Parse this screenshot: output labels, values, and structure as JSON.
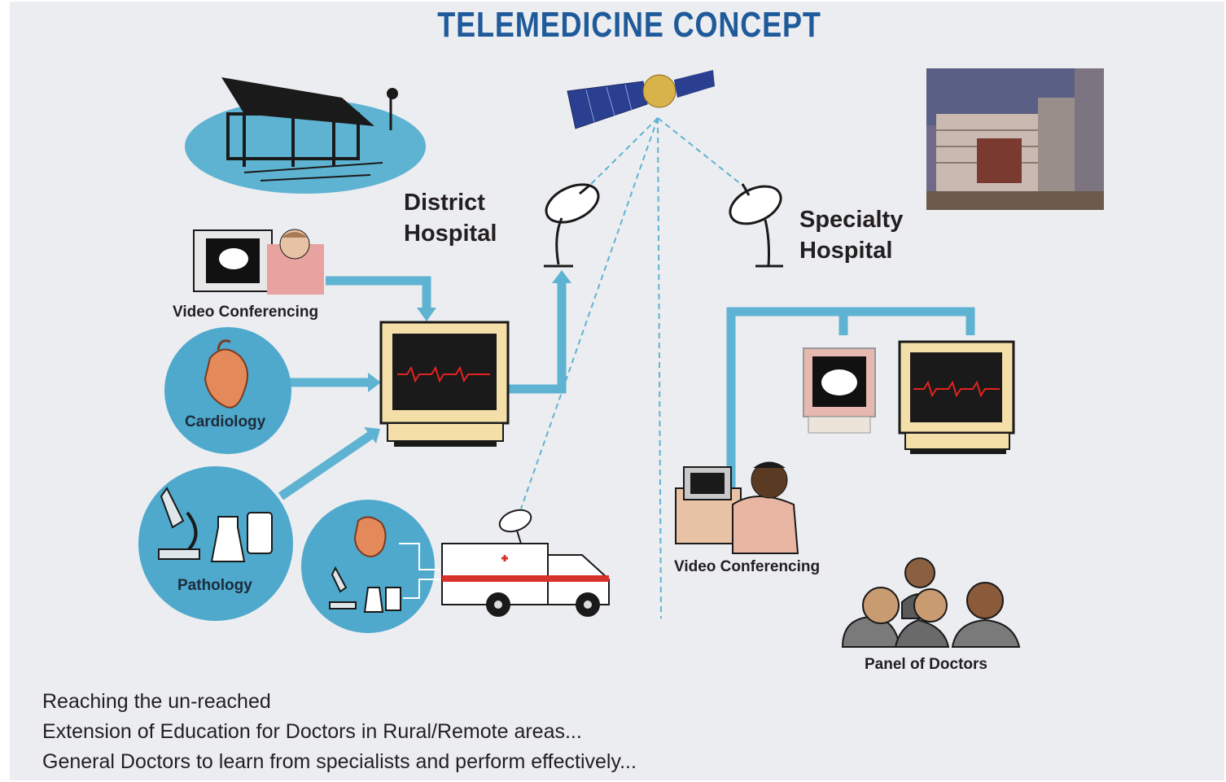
{
  "title": "TELEMEDICINE  CONCEPT",
  "nodes": {
    "district_hospital_line1": "District",
    "district_hospital_line2": "Hospital",
    "specialty_hospital_line1": "Specialty",
    "specialty_hospital_line2": "Hospital",
    "video_conferencing_left": "Video Conferencing",
    "video_conferencing_right": "Video Conferencing",
    "cardiology": "Cardiology",
    "pathology": "Pathology",
    "panel_of_doctors": "Panel of Doctors"
  },
  "footer": {
    "line1": "Reaching the un-reached",
    "line2": "Extension of Education for Doctors in Rural/Remote areas...",
    "line3": "General Doctors to learn from specialists and perform effectively..."
  },
  "icons": [
    "rural-hut-icon",
    "satellite-icon",
    "hospital-photo",
    "dish-antenna-icon",
    "monitor-icon",
    "ecg-monitor-icon",
    "heart-icon",
    "microscope-icon",
    "ambulance-icon",
    "doctor-at-computer-icon",
    "panel-of-doctors-icon"
  ],
  "colors": {
    "title": "#1f5a9a",
    "connector": "#5fb3d2",
    "circle": "#4ea9cd",
    "background": "#ecedf0"
  }
}
